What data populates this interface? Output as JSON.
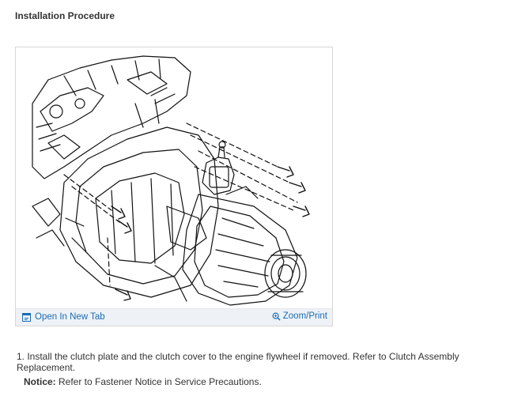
{
  "page": {
    "heading": "Installation Procedure"
  },
  "figure": {
    "alt": "Transmission assembly line drawing",
    "open_label": "Open In New Tab",
    "zoom_label": "Zoom/Print",
    "open_icon": "open-in-new-tab-icon",
    "zoom_icon": "magnifier-plus-icon"
  },
  "steps": [
    "1. Install the clutch plate and the clutch cover to the engine flywheel if removed. Refer to Clutch Assembly Replacement."
  ],
  "notice": {
    "label": "Notice:",
    "text": " Refer to Fastener Notice in Service Precautions."
  },
  "colors": {
    "link": "#1a6bb5",
    "toolbar_bg": "#eef2f6",
    "text": "#333333",
    "border": "#d6d6d6"
  }
}
